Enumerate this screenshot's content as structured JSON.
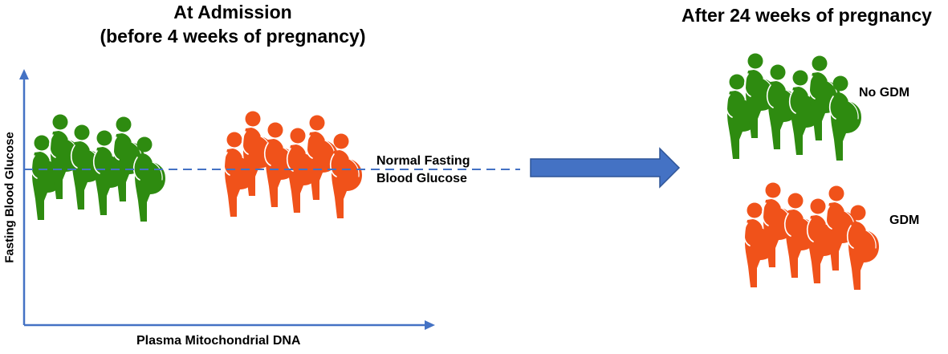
{
  "titles": {
    "left_line1": "At Admission",
    "left_line2": "(before 4 weeks of pregnancy)",
    "right": "After 24 weeks of pregnancy"
  },
  "axes": {
    "ylabel": "Fasting Blood Glucose",
    "xlabel": "Plasma Mitochondrial DNA"
  },
  "threshold": {
    "line1": "Normal Fasting",
    "line2": "Blood Glucose"
  },
  "outcomes": {
    "no_gdm": "No GDM",
    "gdm": "GDM"
  },
  "colors": {
    "green": "#2e8b10",
    "orange": "#f0521a",
    "axis": "#4472c4",
    "arrow": "#4472c4",
    "arrow_stroke": "#2f5597"
  }
}
